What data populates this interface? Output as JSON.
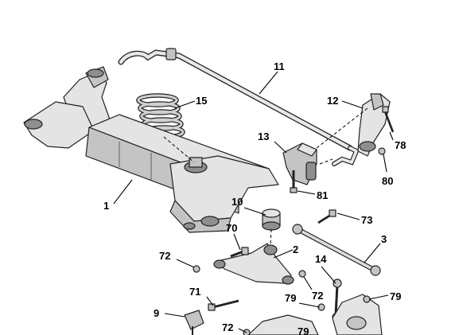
{
  "colors": {
    "part_light": "#e4e4e4",
    "part_mid": "#c4c4c4",
    "part_dark": "#8e8e8e",
    "line": "#000000"
  },
  "callouts": [
    {
      "id": "1",
      "text": "1"
    },
    {
      "id": "2",
      "text": "2"
    },
    {
      "id": "3",
      "text": "3"
    },
    {
      "id": "9",
      "text": "9"
    },
    {
      "id": "10",
      "text": "10"
    },
    {
      "id": "11",
      "text": "11"
    },
    {
      "id": "12",
      "text": "12"
    },
    {
      "id": "13",
      "text": "13"
    },
    {
      "id": "14",
      "text": "14"
    },
    {
      "id": "15",
      "text": "15"
    },
    {
      "id": "70",
      "text": "70"
    },
    {
      "id": "71",
      "text": "71"
    },
    {
      "id": "72a",
      "text": "72"
    },
    {
      "id": "72b",
      "text": "72"
    },
    {
      "id": "72c",
      "text": "72"
    },
    {
      "id": "73",
      "text": "73"
    },
    {
      "id": "78",
      "text": "78"
    },
    {
      "id": "79a",
      "text": "79"
    },
    {
      "id": "79b",
      "text": "79"
    },
    {
      "id": "79c",
      "text": "79"
    },
    {
      "id": "80",
      "text": "80"
    },
    {
      "id": "81",
      "text": "81"
    }
  ]
}
